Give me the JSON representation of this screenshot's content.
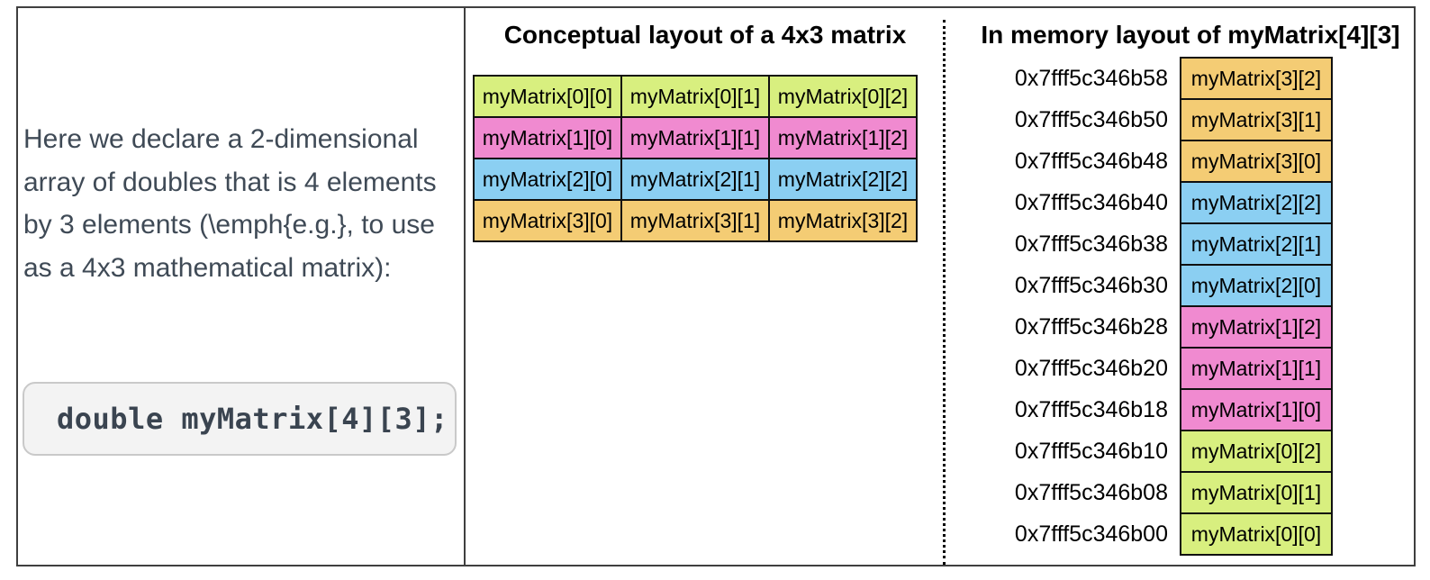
{
  "left_panel": {
    "paragraph_lines": [
      "Here we declare a 2-dimensional",
      "array of doubles that is 4 elements",
      "by 3 elements (\\emph{e.g.}, to use",
      "as a 4x3 mathematical matrix):"
    ],
    "code": "double myMatrix[4][3];"
  },
  "conceptual": {
    "title": "Conceptual layout of a 4x3 matrix",
    "cells": [
      "myMatrix[0][0]",
      "myMatrix[0][1]",
      "myMatrix[0][2]",
      "myMatrix[1][0]",
      "myMatrix[1][1]",
      "myMatrix[1][2]",
      "myMatrix[2][0]",
      "myMatrix[2][1]",
      "myMatrix[2][2]",
      "myMatrix[3][0]",
      "myMatrix[3][1]",
      "myMatrix[3][2]"
    ]
  },
  "memory": {
    "title": "In memory layout of myMatrix[4][3]",
    "rows": [
      {
        "address": "0x7fff5c346b58",
        "label": "myMatrix[3][2]"
      },
      {
        "address": "0x7fff5c346b50",
        "label": "myMatrix[3][1]"
      },
      {
        "address": "0x7fff5c346b48",
        "label": "myMatrix[3][0]"
      },
      {
        "address": "0x7fff5c346b40",
        "label": "myMatrix[2][2]"
      },
      {
        "address": "0x7fff5c346b38",
        "label": "myMatrix[2][1]"
      },
      {
        "address": "0x7fff5c346b30",
        "label": "myMatrix[2][0]"
      },
      {
        "address": "0x7fff5c346b28",
        "label": "myMatrix[1][2]"
      },
      {
        "address": "0x7fff5c346b20",
        "label": "myMatrix[1][1]"
      },
      {
        "address": "0x7fff5c346b18",
        "label": "myMatrix[1][0]"
      },
      {
        "address": "0x7fff5c346b10",
        "label": "myMatrix[0][2]"
      },
      {
        "address": "0x7fff5c346b08",
        "label": "myMatrix[0][1]"
      },
      {
        "address": "0x7fff5c346b00",
        "label": "myMatrix[0][0]"
      }
    ]
  },
  "colors": {
    "row0_green": "#d8ef7f",
    "row1_pink": "#f08ad0",
    "row2_blue": "#8bcff2",
    "row3_orange": "#f4cc74"
  }
}
